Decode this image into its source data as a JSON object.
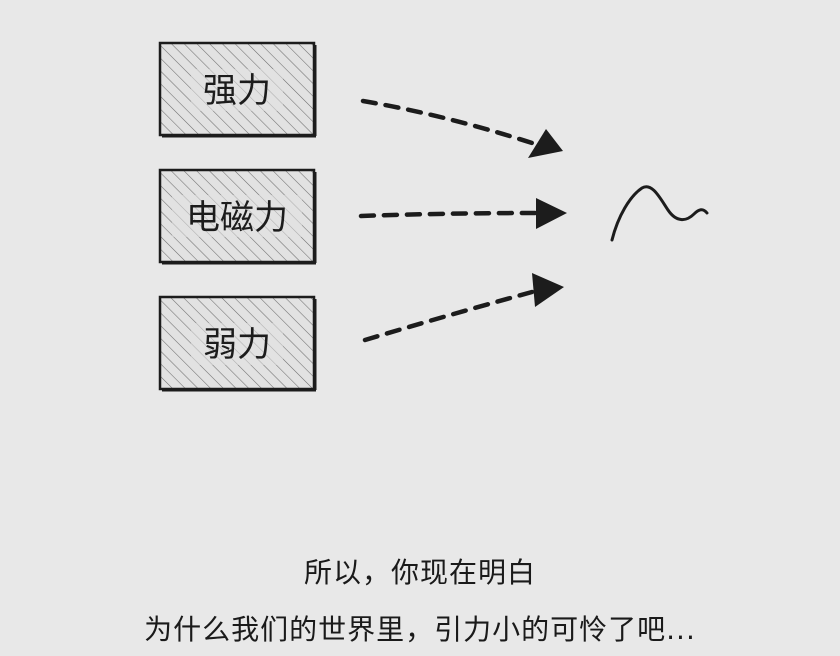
{
  "diagram": {
    "forces": [
      {
        "label": "强力"
      },
      {
        "label": "电磁力"
      },
      {
        "label": "弱力"
      }
    ],
    "target_symbol": "squiggle-icon"
  },
  "caption": {
    "line1": "所以，你现在明白",
    "line2": "为什么我们的世界里，引力小的可怜了吧..."
  },
  "colors": {
    "background": "#e8e8e8",
    "ink": "#1c1c1c",
    "box_fill": "#e2e2e2"
  }
}
